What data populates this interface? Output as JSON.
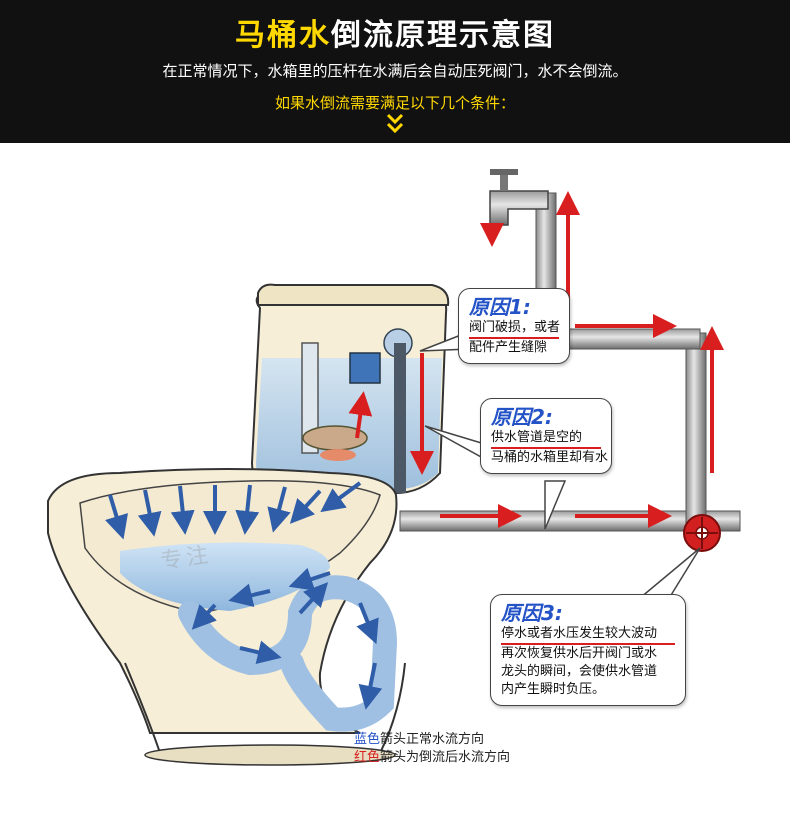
{
  "header": {
    "title_highlight": "马桶水",
    "title_rest": "倒流原理示意图",
    "subtitle": "在正常情况下，水箱里的压杆在水满后会自动压死阀门，水不会倒流。",
    "condition": "如果水倒流需要满足以下几个条件："
  },
  "callouts": [
    {
      "title": "原因1:",
      "lines": [
        "阀门破损，或者",
        "配件产生缝隙"
      ]
    },
    {
      "title": "原因2:",
      "lines": [
        "供水管道是空的",
        "马桶的水箱里却有水"
      ]
    },
    {
      "title": "原因3:",
      "lines": [
        "停水或者水压发生较大波动",
        "再次恢复供水后开阀门或水",
        "龙头的瞬间，会使供水管道",
        "内产生瞬时负压。"
      ]
    }
  ],
  "legend": {
    "blue_word": "蓝色",
    "blue_text": "箭头正常水流方向",
    "red_word": "红色",
    "red_text": "箭头为倒流后水流方向"
  },
  "watermark": "专注"
}
